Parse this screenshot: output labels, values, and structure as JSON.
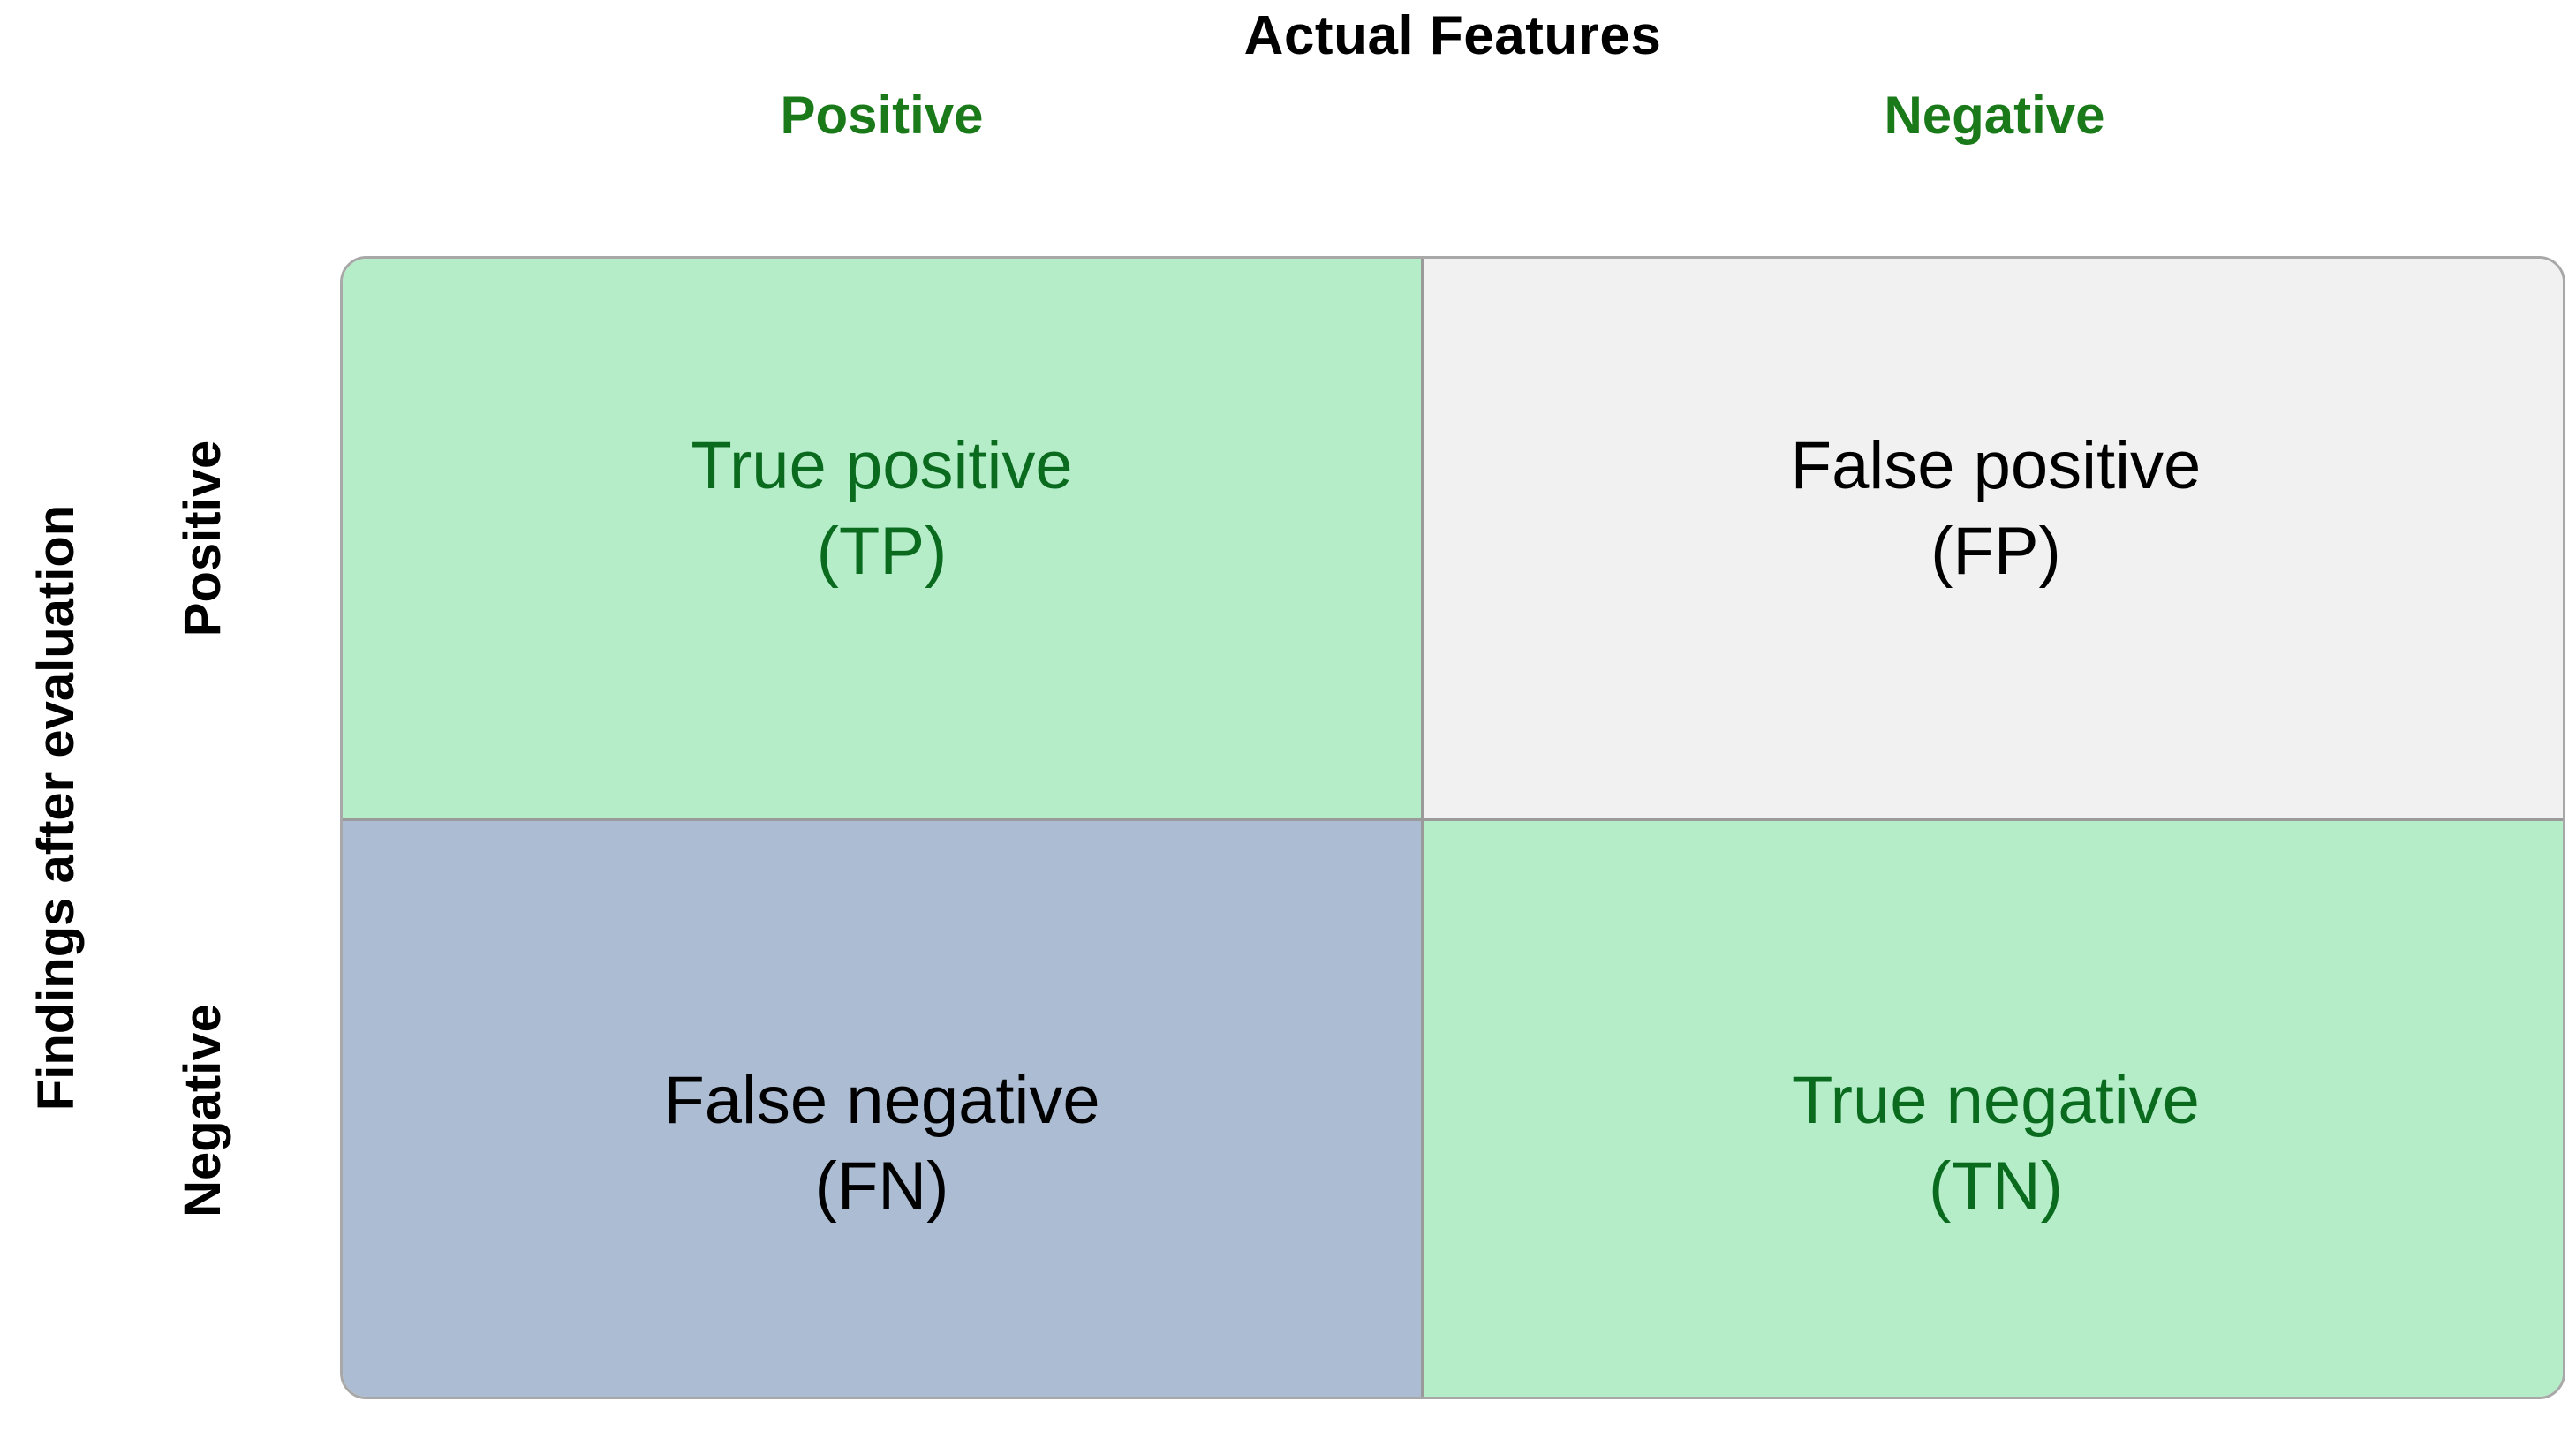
{
  "title": "Actual Features",
  "row_axis_label": "Findings after evaluation",
  "columns": [
    {
      "label": "Positive"
    },
    {
      "label": "Negative"
    }
  ],
  "rows": [
    {
      "label": "Positive"
    },
    {
      "label": "Negative"
    }
  ],
  "cells": {
    "tp": {
      "name": "True positive",
      "abbr": "(TP)"
    },
    "fp": {
      "name": "False positive",
      "abbr": "(FP)"
    },
    "fn": {
      "name": "False negative",
      "abbr": "(FN)"
    },
    "tn": {
      "name": "True negative",
      "abbr": "(TN)"
    }
  },
  "colors": {
    "true_cell_bg": "#b4edc8",
    "false_positive_bg": "#f1f1f1",
    "false_negative_bg": "#acbcd2",
    "accent_green_text": "#0a6b1f",
    "header_green": "#1a7a1a",
    "black_text": "#000000",
    "border_gray": "#9a9a9a"
  },
  "chart_data": {
    "type": "table",
    "title": "Actual Features",
    "xlabel": "Actual Features",
    "ylabel": "Findings after evaluation",
    "categories": [
      "Positive",
      "Negative"
    ],
    "row_categories": [
      "Positive",
      "Negative"
    ],
    "grid": true,
    "legend": "none",
    "cells": [
      [
        {
          "label": "True positive",
          "abbr": "TP",
          "bg": "#b4edc8",
          "fg": "#0a6b1f"
        },
        {
          "label": "False positive",
          "abbr": "FP",
          "bg": "#f1f1f1",
          "fg": "#000000"
        }
      ],
      [
        {
          "label": "False negative",
          "abbr": "FN",
          "bg": "#acbcd2",
          "fg": "#000000"
        },
        {
          "label": "True negative",
          "abbr": "TN",
          "bg": "#b4edc8",
          "fg": "#0a6b1f"
        }
      ]
    ]
  }
}
